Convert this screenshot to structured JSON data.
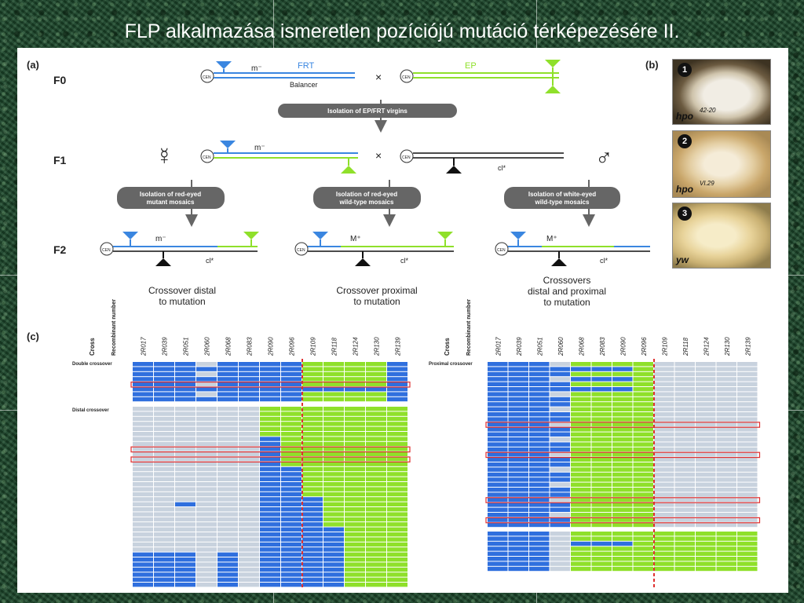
{
  "slide": {
    "title": "FLP alkalmazása ismeretlen pozíciójú mutáció térképezésére II."
  },
  "panel_a": {
    "label": "(a)",
    "generations": [
      "F0",
      "F1",
      "F2"
    ],
    "f0": {
      "frt": "FRT",
      "ep": "EP",
      "m_minus": "m⁻",
      "balancer": "Balancer",
      "cross": "×",
      "cen": "CEN"
    },
    "step1": "Isolation of EP/FRT virgins",
    "f1": {
      "m_minus": "m⁻",
      "cl": "cl*",
      "cross": "×"
    },
    "isolations": [
      {
        "line1": "Isolation of red-eyed",
        "line2": "mutant mosaics"
      },
      {
        "line1": "Isolation of red-eyed",
        "line2": "wild-type mosaics"
      },
      {
        "line1": "Isolation of white-eyed",
        "line2": "wild-type mosaics"
      }
    ],
    "f2": [
      {
        "allele": "m⁻",
        "cl": "cl*",
        "caption1": "Crossover distal",
        "caption2": "to mutation",
        "caption3": ""
      },
      {
        "allele": "M⁺",
        "cl": "cl*",
        "caption1": "Crossover proximal",
        "caption2": "to mutation",
        "caption3": ""
      },
      {
        "allele": "M⁺",
        "cl": "cl*",
        "caption1": "Crossovers",
        "caption2": "distal and proximal",
        "caption3": "to mutation"
      }
    ]
  },
  "panel_b": {
    "label": "(b)",
    "photos": [
      {
        "num": "1",
        "genotype": "hpo",
        "allele": "42-20"
      },
      {
        "num": "2",
        "genotype": "hpo",
        "allele": "VI.29"
      },
      {
        "num": "3",
        "genotype": "yw",
        "allele": ""
      }
    ]
  },
  "panel_c": {
    "label": "(c)",
    "col_cross": "Cross",
    "col_recomb": "Recombinant number",
    "markers": [
      "2R017",
      "2R039",
      "2R051",
      "2R060",
      "2R068",
      "2R083",
      "2R090",
      "2R096",
      "2R109",
      "2R118",
      "2R124",
      "2R130",
      "2R139"
    ],
    "left_groups": [
      "Double crossover",
      "Distal crossover"
    ],
    "right_groups": [
      "Proximal crossover"
    ]
  },
  "colors": {
    "blue": "#2f6fde",
    "green": "#8fe02a",
    "gray": "#c8d2de",
    "red": "#e03030",
    "pill": "#666666"
  }
}
